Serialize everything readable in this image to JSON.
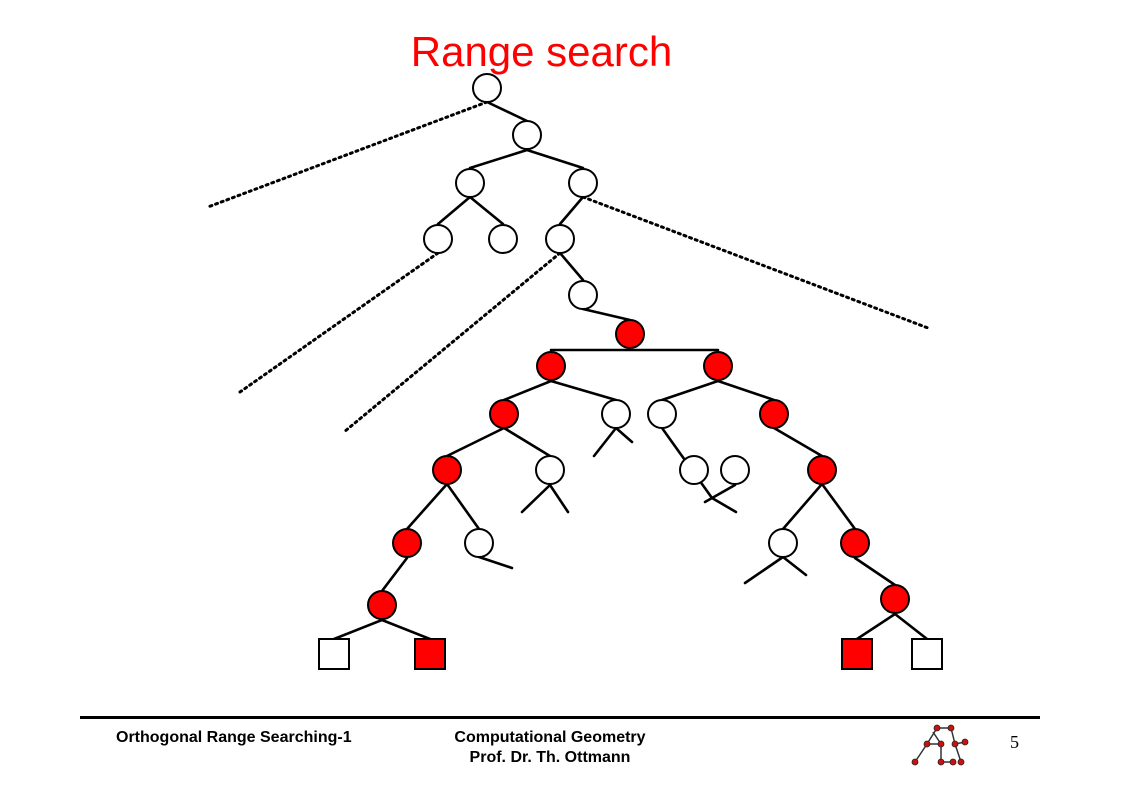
{
  "slide": {
    "title": "Range search",
    "page_number": "5"
  },
  "footer": {
    "left_text": "Orthogonal Range Searching-1",
    "course": "Computational Geometry",
    "author": "Prof. Dr. Th. Ottmann"
  },
  "tree": {
    "colors": {
      "highlight": "#ff0000",
      "plain": "#ffffff",
      "stroke": "#000000"
    },
    "node_states": [
      "plain",
      "plain",
      "plain",
      "plain",
      "plain",
      "plain",
      "plain",
      "plain",
      "highlight",
      "highlight",
      "highlight",
      "highlight",
      "plain",
      "plain",
      "highlight",
      "highlight",
      "plain",
      "plain",
      "plain",
      "highlight",
      "highlight",
      "plain",
      "plain",
      "highlight",
      "highlight",
      "highlight"
    ],
    "leaf_states": [
      "plain",
      "highlight",
      "highlight",
      "plain"
    ]
  },
  "logo": {
    "icon": "tree-logo-icon"
  }
}
